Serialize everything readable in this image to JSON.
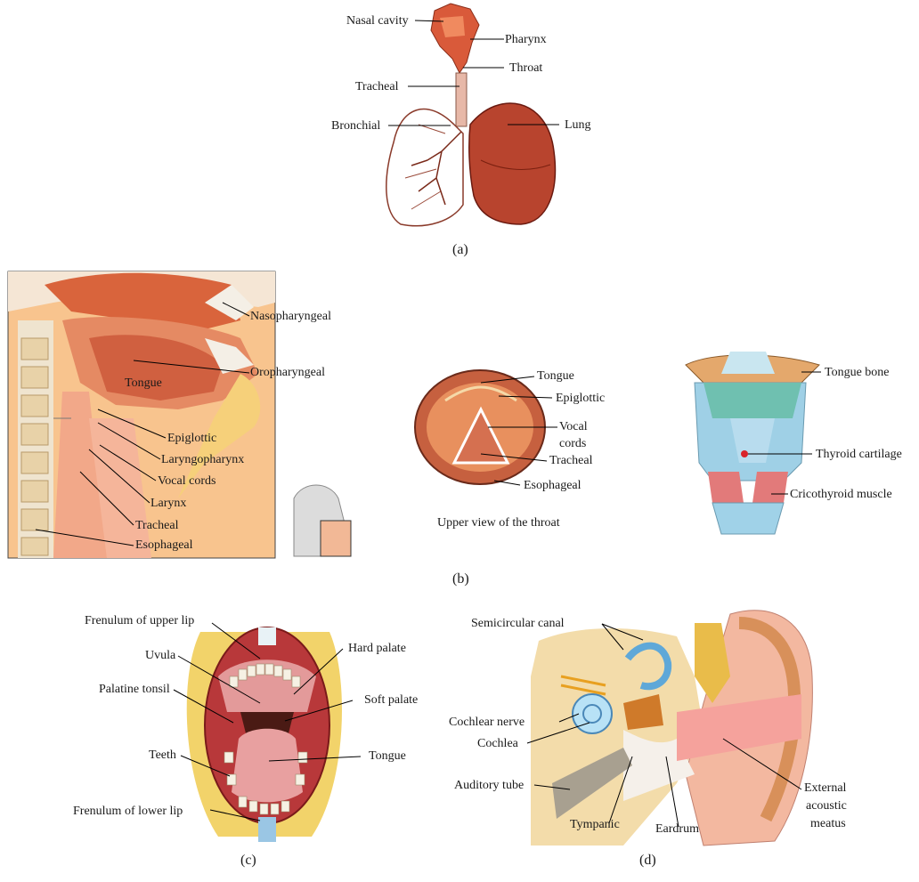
{
  "panel_a": {
    "caption": "(a)",
    "labels": {
      "nasal_cavity": "Nasal cavity",
      "pharynx": "Pharynx",
      "throat": "Throat",
      "tracheal": "Tracheal",
      "bronchial": "Bronchial",
      "lung": "Lung"
    }
  },
  "panel_b": {
    "caption": "(b)",
    "sagittal_labels": {
      "nasopharyngeal": "Nasopharyngeal",
      "oropharyngeal": "Oropharyngeal",
      "tongue": "Tongue",
      "epiglottic": "Epiglottic",
      "laryngopharynx": "Laryngopharynx",
      "vocal_cords": "Vocal cords",
      "larynx": "Larynx",
      "tracheal": "Tracheal",
      "esophageal": "Esophageal"
    },
    "upper_view_labels": {
      "tongue": "Tongue",
      "epiglottic": "Epiglottic",
      "vocal": "Vocal",
      "cords": "cords",
      "tracheal": "Tracheal",
      "esophageal": "Esophageal",
      "caption": "Upper view of the throat"
    },
    "larynx_labels": {
      "tongue_bone": "Tongue bone",
      "thyroid_cartilage": "Thyroid cartilage",
      "cricothyroid_muscle": "Cricothyroid muscle"
    }
  },
  "panel_c": {
    "caption": "(c)",
    "labels": {
      "frenulum_upper": "Frenulum of upper lip",
      "uvula": "Uvula",
      "hard_palate": "Hard palate",
      "palatine_tonsil": "Palatine tonsil",
      "soft_palate": "Soft palate",
      "teeth": "Teeth",
      "tongue": "Tongue",
      "frenulum_lower": "Frenulum of lower lip"
    }
  },
  "panel_d": {
    "caption": "(d)",
    "labels": {
      "semicircular_canal": "Semicircular canal",
      "cochlear_nerve": "Cochlear nerve",
      "cochlea": "Cochlea",
      "auditory_tube": "Auditory tube",
      "tympanic": "Tympanic",
      "eardrum": "Eardrum",
      "external_1": "External",
      "external_2": "acoustic",
      "external_3": "meatus"
    }
  }
}
